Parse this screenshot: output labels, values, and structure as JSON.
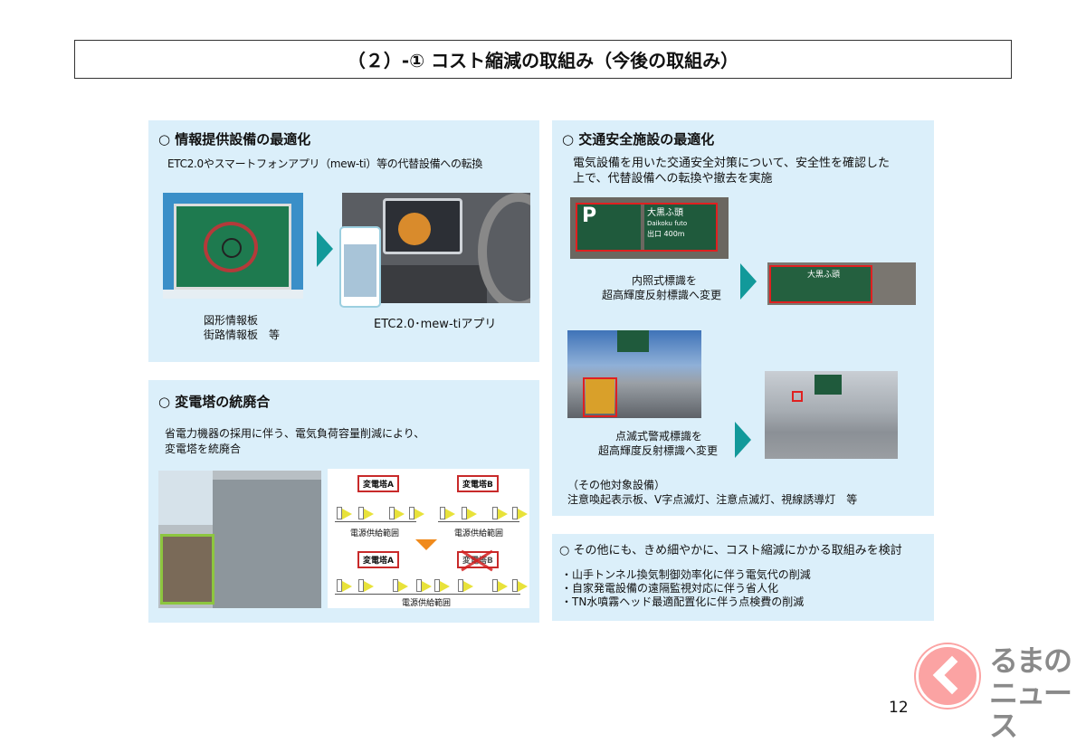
{
  "title": "（２）-① コスト縮減の取組み（今後の取組み）",
  "panel_info": {
    "heading": "○ 情報提供設備の最適化",
    "desc": "ETC2.0やスマートフォンアプリ（mew-ti）等の代替設備への転換",
    "caption_left_1": "図形情報板",
    "caption_left_2": "街路情報板　等",
    "caption_right": "ETC2.0･mew-tiアプリ"
  },
  "panel_substation": {
    "heading": "○ 変電塔の統廃合",
    "desc_1": "省電力機器の採用に伴う、電気負荷容量削減により、",
    "desc_2": "変電塔を統廃合",
    "diagram": {
      "tower_a": "変電塔A",
      "tower_b": "変電塔B",
      "supply_range": "電源供給範囲"
    }
  },
  "panel_safety": {
    "heading": "○ 交通安全施設の最適化",
    "desc_1": "電気設備を用いた交通安全対策について、安全性を確認した",
    "desc_2": "上で、代替設備への転換や撤去を実施",
    "caption1_1": "内照式標識を",
    "caption1_2": "超高輝度反射標識へ変更",
    "caption2_1": "点滅式警戒標識を",
    "caption2_2": "超高輝度反射標識へ変更",
    "other_1": "（その他対象設備）",
    "other_2": "注意喚起表示板、V字点滅灯、注意点滅灯、視線誘導灯　等",
    "sign": {
      "dest": "大黒ふ頭",
      "romaji": "Daikoku futo",
      "exit": "出口 400m",
      "p": "P"
    }
  },
  "panel_other": {
    "heading": "○ その他にも、きめ細やかに、コスト縮減にかかる取組みを検討",
    "items": [
      "・山手トンネル換気制御効率化に伴う電気代の削減",
      "・自家発電設備の遠隔監視対応に伴う省人化",
      "・TN水噴霧ヘッド最適配置化に伴う点検費の削減"
    ]
  },
  "page_number": "12",
  "watermark": "くるまのニュース"
}
